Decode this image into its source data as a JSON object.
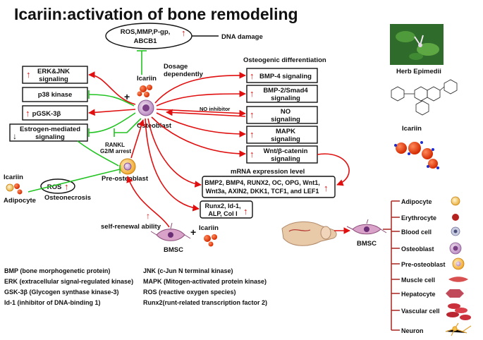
{
  "title": "Icariin:activation of bone remodeling",
  "center": {
    "osteoblast": "Osteoblast",
    "icariin": "Icariin",
    "plus": "+",
    "pre_osteoblast": "Pre-osteoblast",
    "bmsc": "BMSC"
  },
  "top": {
    "ros_box": [
      "ROS,MMP,P-gp,",
      "ABCB1"
    ],
    "dna_damage": "DNA damage"
  },
  "dosage": [
    "Dosage",
    "dependently"
  ],
  "osteogenic_title": "Osteogenic differentiation",
  "right_boxes": [
    {
      "lines": [
        "BMP-4 signaling"
      ]
    },
    {
      "lines": [
        "BMP-2/Smad4",
        "signaling"
      ]
    },
    {
      "lines": [
        "NO",
        "signaling"
      ]
    },
    {
      "lines": [
        "MAPK",
        "signaling"
      ]
    },
    {
      "lines": [
        "Wnt/β-catenin",
        "signaling"
      ]
    }
  ],
  "no_inhibitor": "NO inhibitor",
  "mrna": {
    "title": "mRNA expression level",
    "lines": [
      "BMP2, BMP4, RUNX2, OC, OPG, Wnt1,",
      "Wnt3a, AXIN2, DKK1, TCF1, and LEF1"
    ]
  },
  "runx_box": [
    "Runx2, Id-1,",
    "ALP, Col I"
  ],
  "left_boxes": [
    {
      "lines": [
        "ERK&JNK",
        "signaling"
      ]
    },
    {
      "lines": [
        "p38 kinase"
      ]
    },
    {
      "lines": [
        "pGSK-3β"
      ]
    },
    {
      "lines": [
        "Estrogen-mediated",
        "signaling"
      ]
    }
  ],
  "rankl": [
    "RANKL",
    "G2/M arrest"
  ],
  "adipocyte_side": {
    "icariin": "Icariin",
    "adipocyte": "Adipocyte",
    "ros": "ROS",
    "osteonecrosis": "Osteonecrosis"
  },
  "self_renewal": "self-renewal ability",
  "herb": {
    "label": "Herb Epimedii",
    "icariin": "Icariin"
  },
  "bmsc_right": "BMSC",
  "cell_types": [
    "Adipocyte",
    "Erythrocyte",
    "Blood cell",
    "Osteoblast",
    "Pre-osteoblast",
    "Muscle cell",
    "Hepatocyte",
    "Vascular cell",
    "Neuron"
  ],
  "abbreviations": [
    "BMP (bone morphogenetic protein)",
    "ERK (extracellular signal-regulated kinase)",
    "GSK-3β (Glycogen synthase kinase-3)",
    "Id-1 (inhibitor of DNA-binding 1)",
    "JNK (c-Jun N terminal kinase)",
    "MAPK (Mitogen-activated protein kinase)",
    "ROS (reactive oxygen species)",
    "Runx2(runt-related transcription factor 2)"
  ],
  "arrow_glyph": "↑",
  "down_glyph": "↓",
  "colors": {
    "activation": "#e01010",
    "inhibition": "#22c322",
    "up_arrow": "#e01010"
  }
}
